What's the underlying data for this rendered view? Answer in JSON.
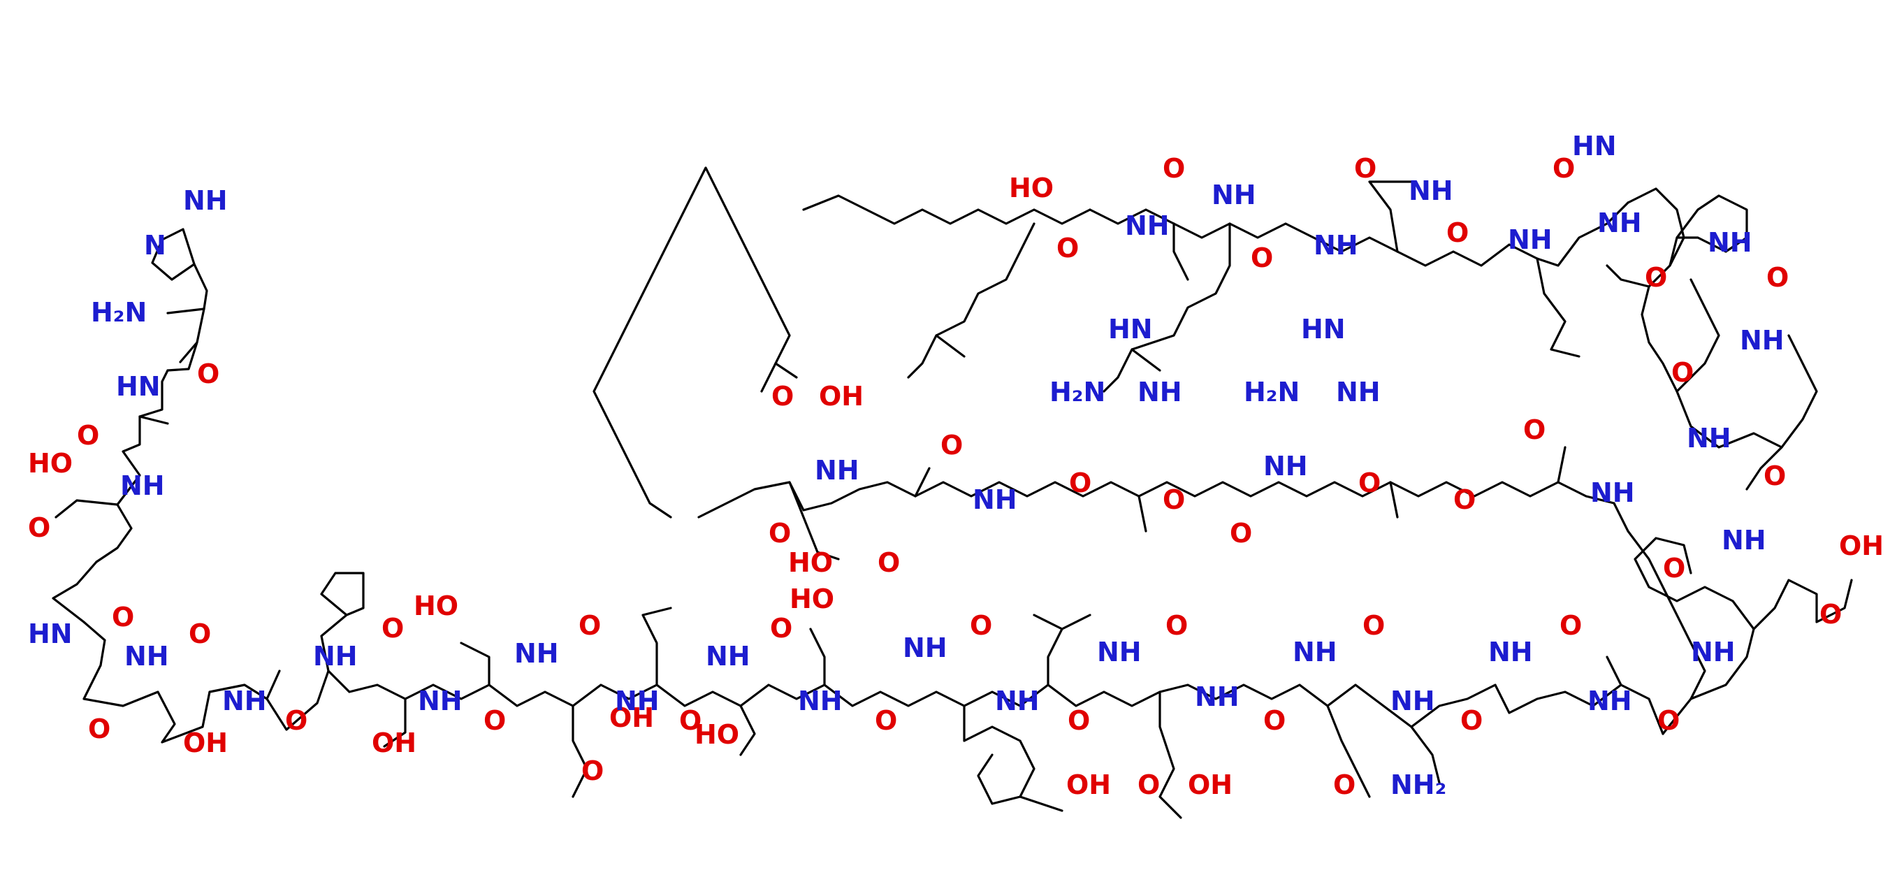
{
  "colors": {
    "O": "#e00000",
    "N": "#1d1dcf",
    "C": "#000000"
  },
  "labels": {
    "his_nh": "NH",
    "his_n": "N",
    "his_nh2": "H₂N",
    "aib_o": "O",
    "aib_nh": "HN",
    "glu1_o": "O",
    "glu1_nh": "NH",
    "glu1_ho": "HO",
    "glu1_o2": "O",
    "gly1_o_top": "O",
    "gly1_hn": "HN",
    "gly1_o": "O",
    "thr1_nh": "NH",
    "thr1_o": "O",
    "thr1_oh": "OH",
    "phe1_nh": "NH",
    "phe1_o": "O",
    "thr2_nh": "NH",
    "thr2_o": "O",
    "thr2_oh": "OH",
    "ser1_ho": "HO",
    "ser1_nh": "NH",
    "ser1_o": "O",
    "asp_nh": "NH",
    "asp_o": "O",
    "asp_oh": "OH",
    "asp_o2": "O",
    "val1_nh": "NH",
    "val1_o": "O",
    "ser2_nh": "NH",
    "ser2_ho": "HO",
    "ser2_o": "O",
    "ser3_ho": "HO",
    "ser3_nh": "NH",
    "ser3_o": "O",
    "tyr_nh": "NH",
    "tyr_o": "O",
    "tyr_oh": "OH",
    "leu1_nh": "NH",
    "leu1_o": "O",
    "glu2_nh": "NH",
    "glu2_o": "O",
    "glu2_o2": "O",
    "glu2_oh": "OH",
    "gly2_nh": "NH",
    "gly2_o": "O",
    "gln_nh": "NH",
    "gln_o": "O",
    "gln_o2": "O",
    "gln_nh2": "NH₂",
    "ala1_nh": "NH",
    "ala1_o": "O",
    "ala2_nh": "NH",
    "ala2_o": "O",
    "lys_nh": "NH",
    "lys_o": "O",
    "lys_side_nh": "NH",
    "glu3_nh": "NH",
    "glu3_o": "O",
    "glu3_oh": "OH",
    "glu3_o2": "O",
    "phe2_nh": "NH",
    "phe2_o": "O",
    "ile_nh": "NH",
    "ile_o": "O",
    "ala3_nh": "NH",
    "ala3_o": "O",
    "trp_nh": "NH",
    "trp_hn": "HN",
    "trp_o": "O",
    "leu2_nh": "NH",
    "leu2_o": "O",
    "val2_nh": "NH",
    "val2_o": "O",
    "arg1_nh": "NH",
    "arg1_o": "O",
    "arg1_hn": "HN",
    "arg1_h2n": "H₂N",
    "arg1_nh_im": "NH",
    "gly3_nh": "NH",
    "gly3_o": "O",
    "arg2_nh": "NH",
    "arg2_o": "O",
    "arg2_hn": "HN",
    "arg2_h2n": "H₂N",
    "arg2_nh_im": "NH",
    "gly4_nh": "NH",
    "gly4_o": "O",
    "gly4_ho": "HO",
    "fa_o": "O",
    "fa_oh": "OH",
    "gglu_nh": "NH",
    "gglu_o_amide": "O",
    "gglu_ho": "HO",
    "gglu_o2": "O",
    "gglu_o_side": "O",
    "peg_nh1": "NH",
    "peg_o1": "O",
    "peg_o2": "O",
    "peg_nh2": "NH",
    "peg_o_co": "O",
    "peg_o3": "O",
    "peg_o4": "O",
    "peg_o_co2": "O"
  }
}
